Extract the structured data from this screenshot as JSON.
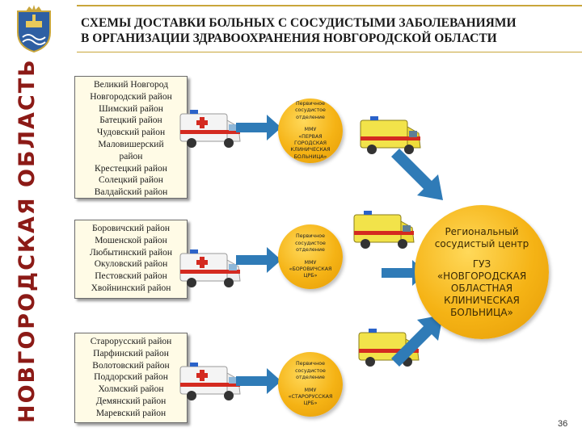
{
  "sidebar": {
    "vertical_label": "НОВГОРОДСКАЯ ОБЛАСТЬ"
  },
  "header": {
    "title_line1": "СХЕМЫ ДОСТАВКИ БОЛЬНЫХ С СОСУДИСТЫМИ ЗАБОЛЕВАНИЯМИ",
    "title_line2": "В ОРГАНИЗАЦИИ ЗДРАВООХРАНЕНИЯ НОВГОРОДСКОЙ ОБЛАСТИ"
  },
  "groups": [
    {
      "districts": [
        "Великий Новгород",
        "Новгородский район",
        "Шимский район",
        "Батецкий район",
        "Чудовский район",
        "Маловишерский",
        "район",
        "Крестецкий район",
        "Солецкий район",
        "Валдайский район"
      ],
      "department": {
        "line1": "Первичное",
        "line2": "сосудистое",
        "line3": "отделение",
        "line4": "ММУ",
        "line5": "«ПЕРВАЯ",
        "line6": "ГОРОДСКАЯ",
        "line7": "КЛИНИЧЕСКАЯ",
        "line8": "БОЛЬНИЦА»"
      }
    },
    {
      "districts": [
        "Боровичский район",
        "Мошенской район",
        "Любытинский район",
        "Окуловский район",
        "Пестовский район",
        "Хвойнинский район"
      ],
      "department": {
        "line1": "Первичное",
        "line2": "сосудистое",
        "line3": "отделение",
        "line4": "ММУ",
        "line5": "«БОРОВИЧСКАЯ",
        "line6": "ЦРБ»"
      }
    },
    {
      "districts": [
        "Старорусский район",
        "Парфинский район",
        "Волотовский район",
        "Поддорский район",
        "Холмский район",
        "Демянский район",
        "Маревский район"
      ],
      "department": {
        "line1": "Первичное",
        "line2": "сосудистое",
        "line3": "отделение",
        "line4": "ММУ",
        "line5": "«СТАРОРУССКАЯ",
        "line6": "ЦРБ»"
      }
    }
  ],
  "regional_center": {
    "line1": "Региональный",
    "line2": "сосудистый центр",
    "line3": "ГУЗ",
    "line4": "«НОВГОРОДСКАЯ",
    "line5": "ОБЛАСТНАЯ",
    "line6": "КЛИНИЧЕСКАЯ",
    "line7": "БОЛЬНИЦА»"
  },
  "page_number": "36",
  "colors": {
    "accent": "#8c1a16",
    "circle": "#f5b315",
    "arrow": "#2f7bb7",
    "panel": "#fffbe6"
  }
}
